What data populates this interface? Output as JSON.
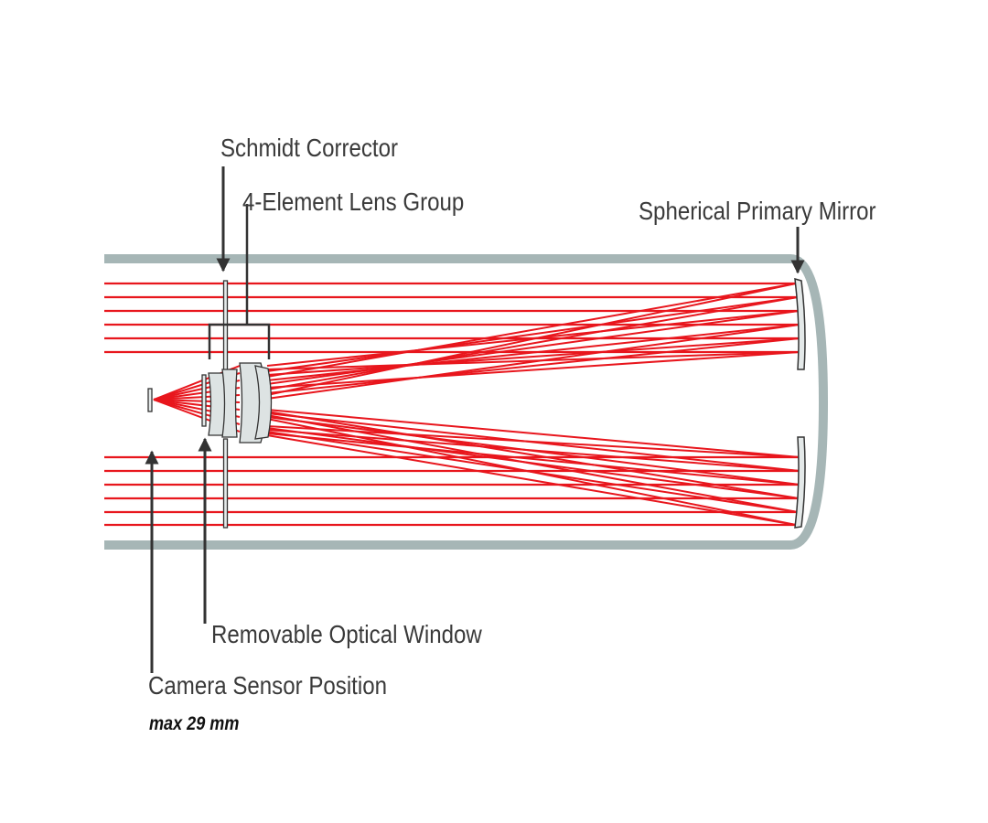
{
  "labels": {
    "schmidt_corrector": "Schmidt Corrector",
    "lens_group": "4-Element Lens Group",
    "primary_mirror": "Spherical Primary Mirror",
    "optical_window": "Removable Optical Window",
    "camera_sensor": "Camera Sensor Position",
    "sensor_note": "max 29 mm"
  },
  "colors": {
    "ray": "#e8161d",
    "tube": "#a6b6b6",
    "mirror_fill": "#e4e9e9",
    "lens_fill": "#dde3e3",
    "outline": "#333333",
    "label": "#3a3a3a"
  },
  "icons": [
    "arrow-down-icon",
    "arrow-up-icon"
  ]
}
